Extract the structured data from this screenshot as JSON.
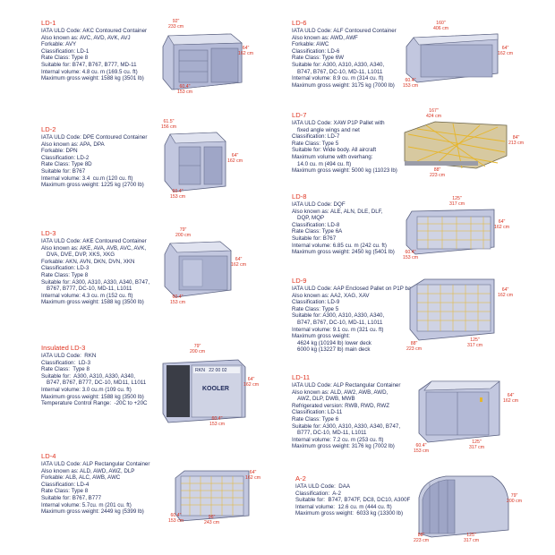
{
  "colors": {
    "title": "#e03320",
    "text": "#1f2a5a",
    "dim": "#d8301e",
    "metal": "#b9bfd8",
    "net": "#e6b62c"
  },
  "entries": [
    {
      "id": "ld1",
      "title": "LD-1",
      "lines": [
        "IATA ULD Code: AKC Contoured Container",
        "Also known as: AVC, AVD, AVK, AVJ",
        "Forkable: AVY",
        "Classification: LD-1",
        "Rate Class: Type 8",
        "Suitable for: B747, B767, B777, MD-11",
        "Internal volume: 4.8 cu. m (169.5 cu. ft)",
        "Maximum gross weight: 1588 kg (3501 lb)"
      ]
    },
    {
      "id": "ld2",
      "title": "LD-2",
      "lines": [
        "IATA ULD Code: DPE Contoured Container",
        "Also known as: APA, DPA",
        "Forkable: DPN",
        "Classification: LD-2",
        "Rate Class: Type 8D",
        "Suitable for: B767",
        "Internal volume: 3.4  cu.m (120 cu. ft)",
        "Maximum gross weight: 1225 kg (2700 lb)"
      ]
    },
    {
      "id": "ld3",
      "title": "LD-3",
      "lines": [
        "IATA ULD Code: AKE Contoured Container",
        "Also known as: AKE, AVA, AVB, AVC, AVK,",
        "DVA, DVE, DVP, XKS, XKG",
        "Forkable: AKN, AVN, DKN, DVN, XKN",
        "Classification: LD-3",
        "Rate Class: Type 8",
        "Suitable for: A300, A310, A330, A340, B747,",
        "B767, B777, DC-10, MD-11, L1011",
        "Internal volume: 4.3 cu. m (152 cu. ft)",
        "Maximum gross weight: 1588 kg (3500 lb)"
      ]
    },
    {
      "id": "ild3",
      "title": "Insulated LD-3",
      "lines": [
        "IATA ULD Code:  RKN",
        "Classification:  LD-3",
        "Rate Class:  Type 8",
        "Suitable for:  A300, A310, A330, A340,",
        "B747, B767, B777, DC-10, MD11, L1011",
        "Internal volume: 3.0 cu.m (109 cu. ft)",
        "Maximum gross weight: 1588 kg (3500 lb)",
        "Temperature Control Range:  -20C to +20C"
      ]
    },
    {
      "id": "ld4",
      "title": "LD-4",
      "lines": [
        "IATA ULD Code: ALP Rectangular Container",
        "Also known as: ALD, AWD, AWZ, DLP",
        "Forkable: ALB, ALC, AWB, AWC",
        "Classification: LD-4",
        "Rate Class: Type 8",
        "Suitable for: B767, B777",
        "Internal volume: 5.7cu. m (201 cu. ft)",
        "Maximum gross weight: 2449 kg (5399 lb)"
      ]
    },
    {
      "id": "ld6",
      "title": "LD-6",
      "lines": [
        "IATA ULD Code: ALF Contoured Container",
        "Also known as: AWD, AWF",
        "Forkable: AWC",
        "Classification: LD-6",
        "Rate Class: Type 6W",
        "Suitable for: A300, A310, A330, A340,",
        "B747, B767, DC-10, MD-11, L1011",
        "Internal volume: 8.9 cu. m (314 cu. ft)",
        "Maximum gross weight: 3175 kg (7000 lb)"
      ]
    },
    {
      "id": "ld7",
      "title": "LD-7",
      "lines": [
        "IATA ULD Code: XAW P1P Pallet with",
        "fixed angle wings and net",
        "Classification: LD-7",
        "Rate Class: Type 5",
        "Suitable for: Wide body. All aircraft",
        "Maximum volume with overhang:",
        "14.0 cu. m (494 cu. ft)",
        "Maximum gross weight: 5000 kg (11023 lb)"
      ]
    },
    {
      "id": "ld8",
      "title": "LD-8",
      "lines": [
        "IATA ULD Code: DQF",
        "Also known as: ALE, ALN, DLE, DLF,",
        "DQP, MQP",
        "Classification: LD-8",
        "Rate Class: Type 6A",
        "Suitable for: B767",
        "Internal volume: 6.85 cu. m (242 cu. ft)",
        "Maximum gross weight: 2450 kg (5401 lb)"
      ]
    },
    {
      "id": "ld9",
      "title": "LD-9",
      "lines": [
        "IATA ULD Code: AAP Enclosed Pallet on P1P base",
        "Also known as: AA2, XAG, XAV",
        "Classification: LD-9",
        "Rate Class: Type 5",
        "Suitable for: A300, A310, A330, A340,",
        "B747, B767, DC-10, MD-11, L1011",
        "Internal volume: 9.1 cu. m (321 cu. ft)",
        "Maximum gross weight:",
        "4624 kg (10194 lb) lower deck",
        "6000 kg (13227 lb) main deck"
      ]
    },
    {
      "id": "ld11",
      "title": "LD-11",
      "lines": [
        "IATA ULD Code: ALP Rectangular Container",
        "Also known as: ALD, AW2, AWB, AWD,",
        "AWZ, DLP, DWB, MWB",
        "Refrigerated version: RWB, RWD, RWZ",
        "Classification: LD-11",
        "Rate Class: Type 6",
        "Suitable for: A300, A310, A330, A340, B747,",
        "B777, DC-10, MD-11, L1011",
        "Internal volume: 7.2 cu. m (253 cu. ft)",
        "Maximum gross weight: 3176 kg (7002 lb)"
      ]
    },
    {
      "id": "a2",
      "title": "A-2",
      "lines": [
        "IATA ULD Code:  DAA",
        "Classification:  A-2",
        "Suitable for:  B747, B747F, DC8, DC10, A300F",
        "Internal volume:  12.6 cu. m (444 cu. ft)",
        "Maximum gross weight:  6033 kg (13300 lb)"
      ]
    }
  ],
  "dimensions": {
    "ld1": [
      "92\"\n233 cm",
      "64\"\n162 cm",
      "60.4\"\n153 cm"
    ],
    "ld2": [
      "61.5\"\n156 cm",
      "64\"\n162 cm",
      "60.4\"\n153 cm"
    ],
    "ld3": [
      "79\"\n200 cm",
      "64\"\n162 cm",
      "60.4\"\n153 cm"
    ],
    "ild3": [
      "79\"\n200 cm",
      "64\"\n162 cm",
      "60.4\"\n153 cm"
    ],
    "ld4": [
      "64\"\n162 cm",
      "60.4\"\n153 cm",
      "96\"\n243 cm"
    ],
    "ld6": [
      "160\"\n406 cm",
      "64\"\n162 cm",
      "60.4\"\n153 cm"
    ],
    "ld7": [
      "167\"\n424 cm",
      "84\"\n213 cm",
      "88\"\n223 cm"
    ],
    "ld8": [
      "125\"\n317 cm",
      "64\"\n162 cm",
      "60.4\"\n153 cm"
    ],
    "ld9": [
      "64\"\n162 cm",
      "88\"\n223 cm",
      "125\"\n317 cm"
    ],
    "ld11": [
      "64\"\n162 cm",
      "60.4\"\n153 cm",
      "125\"\n317 cm"
    ],
    "a2": [
      "79\"\n200 cm",
      "88\"\n223 cm",
      "125\"\n317 cm"
    ]
  },
  "rkn_labels": {
    "code": "RKN   22 00 02",
    "brand": "KOOLER"
  }
}
